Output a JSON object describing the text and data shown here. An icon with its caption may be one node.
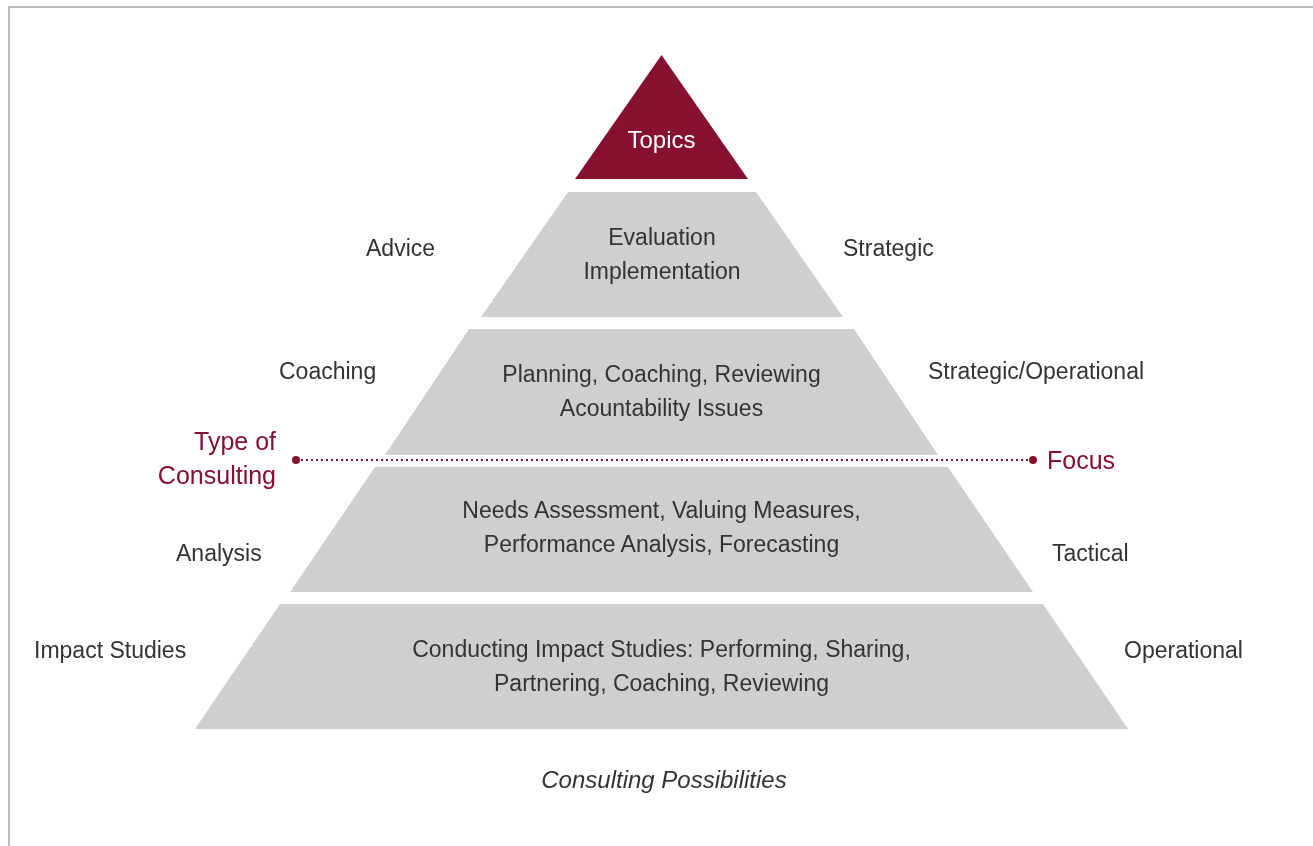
{
  "diagram": {
    "caption": "Consulting Possibilities",
    "nodes": [
      {
        "text": [
          "Topics"
        ]
      },
      {
        "text": [
          "Evaluation Implementation"
        ],
        "beside": [
          "Advice",
          "Strategic"
        ]
      },
      {
        "text": [
          "Planning, Coaching, Reviewing Acountability Issues"
        ],
        "beside": [
          "Coaching",
          "Strategic/Operational"
        ]
      },
      {
        "text": [
          "Type of Consulting"
        ]
      },
      {
        "text": [
          "Focus"
        ]
      },
      {
        "text": [
          "Needs Assessment, Valuing Measures, Performance Analysis, Forecasting"
        ],
        "beside": [
          "Analysis",
          "Tactical"
        ]
      },
      {
        "text": [
          "Conducting Impact Studies: Performing, Sharing, Partnering, Coaching, Reviewing"
        ],
        "beside": [
          "Impact Studies",
          "Operational"
        ]
      }
    ],
    "edges": [
      {
        "from": 3,
        "to": 4,
        "arrow": "other",
        "style": "dashed"
      }
    ]
  }
}
